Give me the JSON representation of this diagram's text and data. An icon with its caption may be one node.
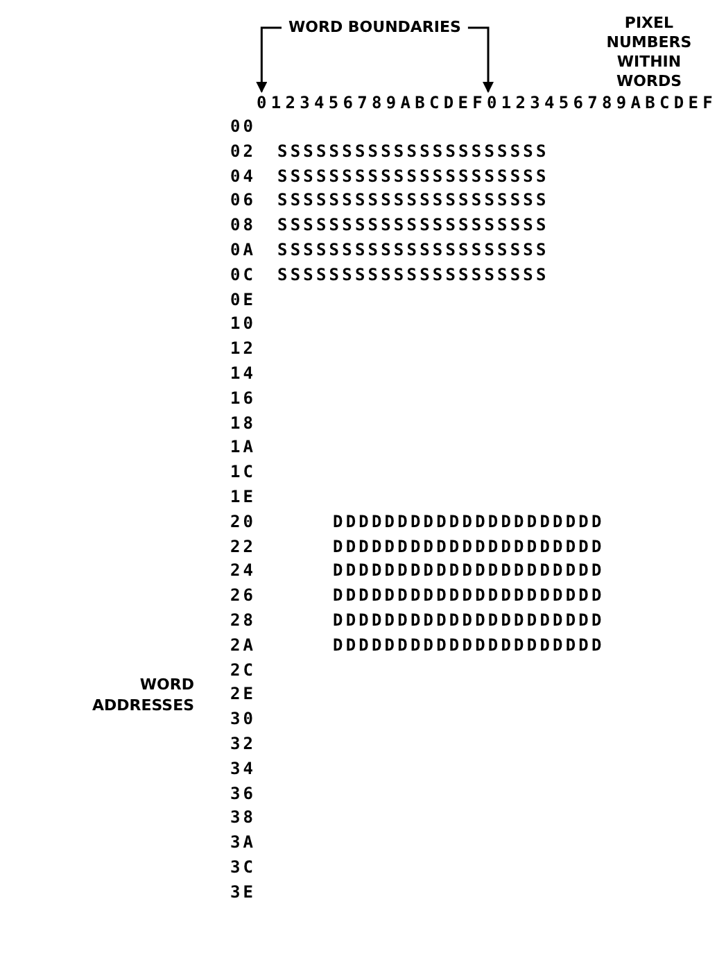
{
  "diagram": {
    "nodes": [
      {
        "text": [
          "WORD BOUNDARIES"
        ]
      },
      {
        "text": [
          "0123456789ABCDEF0123456789ABCDEF"
        ]
      }
    ],
    "edges": [
      {
        "from": 0,
        "to": 1,
        "arrow": "to"
      },
      {
        "from": 0,
        "to": 1,
        "arrow": "to"
      }
    ],
    "labels": [
      "PIXEL NUMBERS WITHIN WORDS",
      "00",
      "02",
      "SSSSSSSSSSSSSSSSSSSSS",
      "04",
      "SSSSSSSSSSSSSSSSSSSSS",
      "06",
      "SSSSSSSSSSSSSSSSSSSSS",
      "08",
      "SSSSSSSSSSSSSSSSSSSSS",
      "0A",
      "SSSSSSSSSSSSSSSSSSSSS",
      "0C",
      "SSSSSSSSSSSSSSSSSSSSS",
      "0E",
      "10",
      "12",
      "14",
      "16",
      "18",
      "1A",
      "1C",
      "1E",
      "20",
      "DDDDDDDDDDDDDDDDDDDDD",
      "22",
      "DDDDDDDDDDDDDDDDDDDDD",
      "24",
      "DDDDDDDDDDDDDDDDDDDDD",
      "26",
      "DDDDDDDDDDDDDDDDDDDDD",
      "28",
      "DDDDDDDDDDDDDDDDDDDDD",
      "2A",
      "DDDDDDDDDDDDDDDDDDDDD",
      "2C",
      "WORD ADDRESSES",
      "2E",
      "30",
      "32",
      "34",
      "36",
      "38",
      "3A",
      "3C",
      "3E"
    ]
  }
}
